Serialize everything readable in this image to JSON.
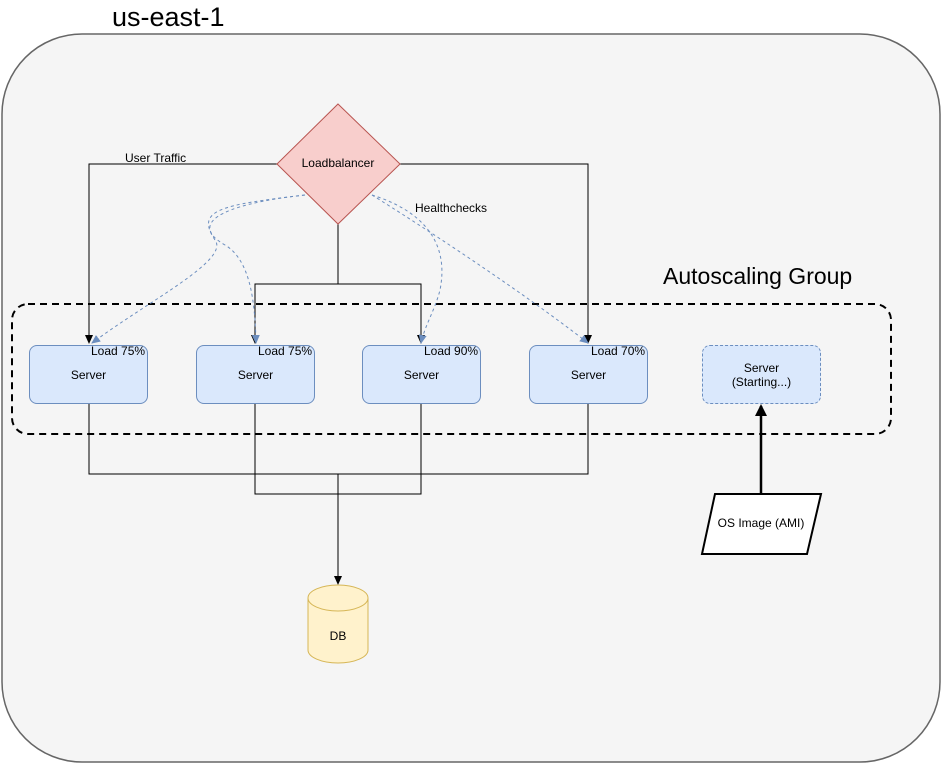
{
  "region": {
    "title": "us-east-1"
  },
  "autoscaling_group": {
    "title": "Autoscaling Group"
  },
  "loadbalancer": {
    "label": "Loadbalancer"
  },
  "edges": {
    "user_traffic": "User Traffic",
    "healthchecks": "Healthchecks"
  },
  "servers": [
    {
      "label": "Server",
      "load": "Load 75%"
    },
    {
      "label": "Server",
      "load": "Load 75%"
    },
    {
      "label": "Server",
      "load": "Load 90%"
    },
    {
      "label": "Server",
      "load": "Load 70%"
    }
  ],
  "starting_server": {
    "line1": "Server",
    "line2": "(Starting...)"
  },
  "database": {
    "label": "DB"
  },
  "os_image": {
    "label": "OS Image (AMI)"
  },
  "colors": {
    "region_fill": "#f5f5f5",
    "server_fill": "#dae8fc",
    "server_stroke": "#6c8ebf",
    "loadbalancer_fill": "#f8cecc",
    "loadbalancer_stroke": "#b85450",
    "db_fill": "#fff2cc",
    "db_stroke": "#d6b656"
  }
}
